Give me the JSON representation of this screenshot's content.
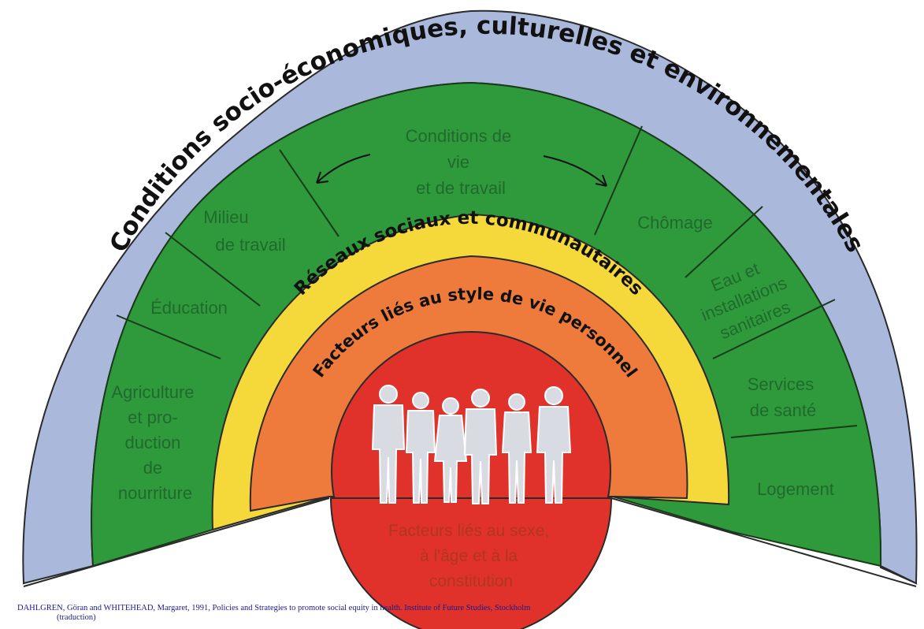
{
  "outer_ring_title": "Conditions socio-économiques, culturelles et environnementales",
  "social_ring_title": "Réseaux sociaux et communautaires",
  "lifestyle_ring_title": "Facteurs liés au style de vie personnel",
  "sectors": {
    "agriculture": [
      "Agriculture",
      "et pro-",
      "duction",
      "de",
      "nourriture"
    ],
    "education": [
      "Éducation"
    ],
    "work_env": [
      "Milieu",
      "de travail"
    ],
    "living_conditions": [
      "Conditions de",
      "vie",
      "et de travail"
    ],
    "unemployment": [
      "Chômage"
    ],
    "water": [
      "Eau et",
      "installations",
      "sanitaires"
    ],
    "health_services": [
      "Services",
      "de santé"
    ],
    "housing": [
      "Logement"
    ]
  },
  "core_label": [
    "Facteurs liés au sexe,",
    "à l'âge et à la",
    "constitution"
  ],
  "citation": {
    "line1": "DAHLGREN, Göran and WHITEHEAD, Margaret, 1991, Policies and Strategies to promote social equity in health. Institute of Future Studies, Stockholm",
    "line2": "(traduction)"
  },
  "colors": {
    "outer_ring": "#aab8dc",
    "green_ring": "#2f9a3c",
    "yellow_ring": "#f5d93a",
    "orange_ring": "#ee7b3c",
    "core": "#e0322a",
    "figures": "#d8dce2"
  }
}
